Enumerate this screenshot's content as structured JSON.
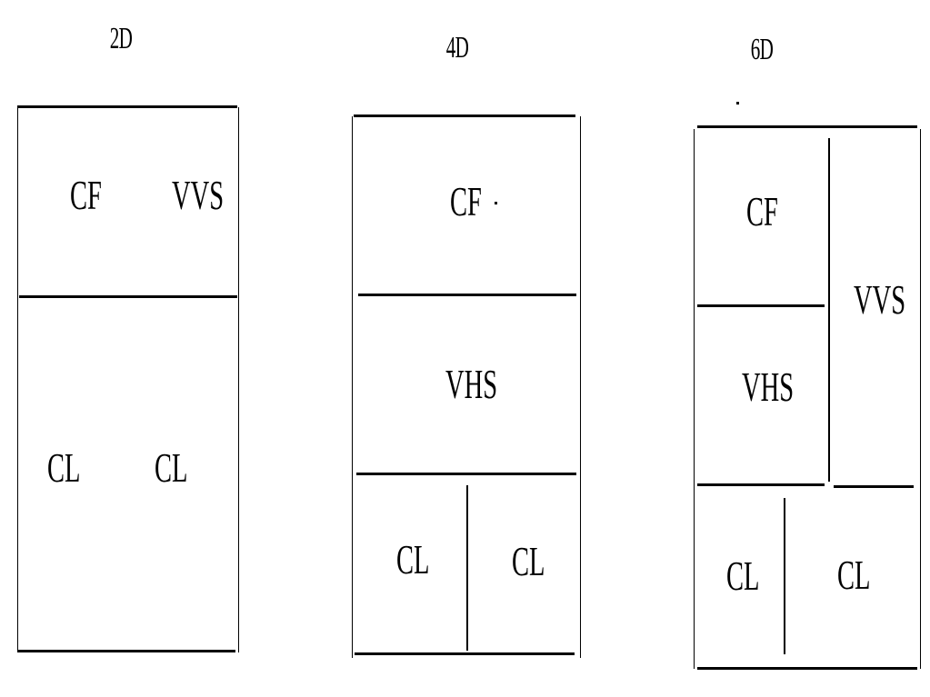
{
  "diagrams": [
    {
      "title": "2D",
      "cells": {
        "top_left": "CF",
        "top_right": "VVS",
        "bottom_left": "CL",
        "bottom_right": "CL"
      }
    },
    {
      "title": "4D",
      "cells": {
        "top": "CF",
        "middle": "VHS",
        "bottom_left": "CL",
        "bottom_right": "CL"
      }
    },
    {
      "title": "6D",
      "cells": {
        "top_left": "CF",
        "mid_left": "VHS",
        "right": "VVS",
        "bottom_left": "CL",
        "bottom_right": "CL"
      }
    }
  ]
}
